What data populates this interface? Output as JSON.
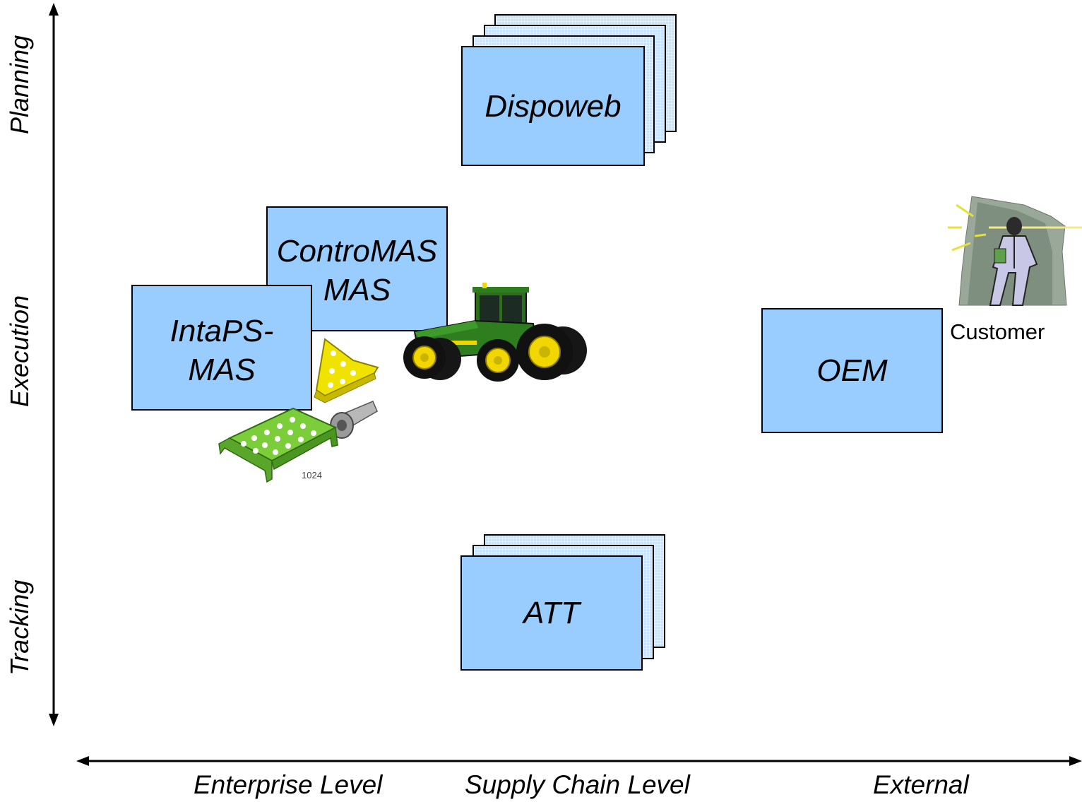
{
  "axes": {
    "vertical_labels": {
      "planning": "Planning",
      "execution": "Execution",
      "tracking": "Tracking"
    },
    "horizontal_labels": {
      "enterprise": "Enterprise Level",
      "supply_chain": "Supply Chain Level",
      "external": "External"
    }
  },
  "boxes": {
    "dispoweb": "Dispoweb",
    "contromas_line1": "ControMAS",
    "contromas_line2": "MAS",
    "intaps_line1": "IntaPS-",
    "intaps_line2": "MAS",
    "oem": "OEM",
    "att": "ATT"
  },
  "customer": {
    "label": "Customer",
    "icon": "businessman-icon"
  },
  "images": {
    "tractor": "tractor-icon",
    "parts": "meccano-parts-icon",
    "part_number": "1024"
  },
  "colors": {
    "box_fill": "#99ccff",
    "stack_fill": "#c8e3fb",
    "tractor_green": "#2e7d1e",
    "tractor_yellow": "#f2d600"
  }
}
